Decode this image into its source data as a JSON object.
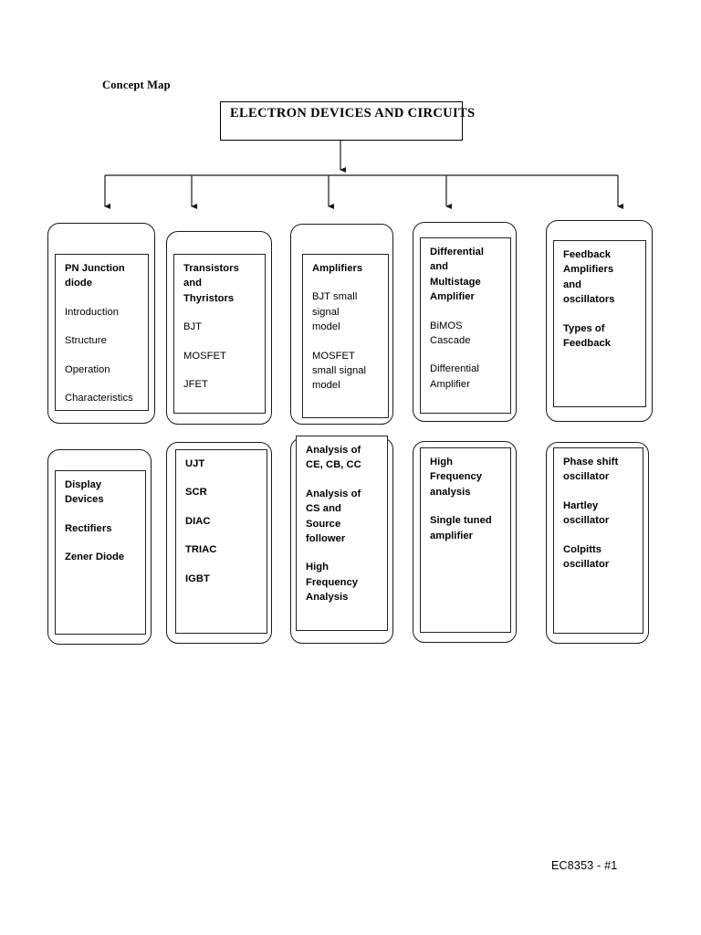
{
  "document": {
    "heading": "Concept Map",
    "root_title": "ELECTRON DEVICES AND CIRCUITS",
    "footer": "EC8353 - #1"
  },
  "diagram": {
    "type": "concept-map",
    "root": "ELECTRON DEVICES AND CIRCUITS",
    "branch_count": 5,
    "rows": 2,
    "nodes": [
      {
        "id": "node-r1c1",
        "row": 1,
        "column": 1,
        "title": "PN Junction diode",
        "lines": [
          {
            "text": "PN Junction",
            "bold": true,
            "gap": false
          },
          {
            "text": "diode",
            "bold": true,
            "gap": false
          },
          {
            "text": "Introduction",
            "bold": false,
            "gap": true
          },
          {
            "text": "Structure",
            "bold": false,
            "gap": true
          },
          {
            "text": "Operation",
            "bold": false,
            "gap": true
          },
          {
            "text": "Characteristics",
            "bold": false,
            "gap": true
          }
        ]
      },
      {
        "id": "node-r1c2",
        "row": 1,
        "column": 2,
        "title": "Transistors and Thyristors",
        "lines": [
          {
            "text": "Transistors",
            "bold": true,
            "gap": false
          },
          {
            "text": "and",
            "bold": true,
            "gap": false
          },
          {
            "text": "Thyristors",
            "bold": true,
            "gap": false
          },
          {
            "text": "BJT",
            "bold": false,
            "gap": true
          },
          {
            "text": "MOSFET",
            "bold": false,
            "gap": true
          },
          {
            "text": "JFET",
            "bold": false,
            "gap": true
          }
        ]
      },
      {
        "id": "node-r1c3",
        "row": 1,
        "column": 3,
        "title": "Amplifiers",
        "lines": [
          {
            "text": "Amplifiers",
            "bold": true,
            "gap": false
          },
          {
            "text": "BJT small",
            "bold": false,
            "gap": true
          },
          {
            "text": "signal",
            "bold": false,
            "gap": false
          },
          {
            "text": "model",
            "bold": false,
            "gap": false
          },
          {
            "text": "MOSFET",
            "bold": false,
            "gap": true
          },
          {
            "text": "small signal",
            "bold": false,
            "gap": false
          },
          {
            "text": "model",
            "bold": false,
            "gap": false
          }
        ]
      },
      {
        "id": "node-r1c4",
        "row": 1,
        "column": 4,
        "title": "Differential and Multistage Amplifier",
        "lines": [
          {
            "text": "Differential",
            "bold": true,
            "gap": false
          },
          {
            "text": "and",
            "bold": true,
            "gap": false
          },
          {
            "text": "Multistage",
            "bold": true,
            "gap": false
          },
          {
            "text": "Amplifier",
            "bold": true,
            "gap": false
          },
          {
            "text": "BiMOS",
            "bold": false,
            "gap": true
          },
          {
            "text": "Cascade",
            "bold": false,
            "gap": false
          },
          {
            "text": "Differential",
            "bold": false,
            "gap": true
          },
          {
            "text": "Amplifier",
            "bold": false,
            "gap": false
          }
        ]
      },
      {
        "id": "node-r1c5",
        "row": 1,
        "column": 5,
        "title": "Feedback Amplifiers and oscillators",
        "lines": [
          {
            "text": "Feedback",
            "bold": true,
            "gap": false
          },
          {
            "text": "Amplifiers",
            "bold": true,
            "gap": false
          },
          {
            "text": "and",
            "bold": true,
            "gap": false
          },
          {
            "text": "oscillators",
            "bold": true,
            "gap": false
          },
          {
            "text": "Types of",
            "bold": true,
            "gap": true
          },
          {
            "text": "Feedback",
            "bold": true,
            "gap": false
          }
        ]
      },
      {
        "id": "node-r2c1",
        "row": 2,
        "column": 1,
        "title": "Display Devices",
        "lines": [
          {
            "text": "Display",
            "bold": true,
            "gap": false
          },
          {
            "text": "Devices",
            "bold": true,
            "gap": false
          },
          {
            "text": "Rectifiers",
            "bold": true,
            "gap": true
          },
          {
            "text": "Zener Diode",
            "bold": true,
            "gap": true
          }
        ]
      },
      {
        "id": "node-r2c2",
        "row": 2,
        "column": 2,
        "title": "Thyristor devices",
        "lines": [
          {
            "text": "UJT",
            "bold": true,
            "gap": false
          },
          {
            "text": "SCR",
            "bold": true,
            "gap": true
          },
          {
            "text": "DIAC",
            "bold": true,
            "gap": true
          },
          {
            "text": "TRIAC",
            "bold": true,
            "gap": true
          },
          {
            "text": "IGBT",
            "bold": true,
            "gap": true
          }
        ]
      },
      {
        "id": "node-r2c3",
        "row": 2,
        "column": 3,
        "title": "Amplifier analysis",
        "lines": [
          {
            "text": "Analysis of",
            "bold": true,
            "gap": false
          },
          {
            "text": "CE, CB, CC",
            "bold": true,
            "gap": false
          },
          {
            "text": "Analysis of",
            "bold": true,
            "gap": true
          },
          {
            "text": "CS and",
            "bold": true,
            "gap": false
          },
          {
            "text": "Source",
            "bold": true,
            "gap": false
          },
          {
            "text": "follower",
            "bold": true,
            "gap": false
          },
          {
            "text": "High",
            "bold": true,
            "gap": true
          },
          {
            "text": "Frequency",
            "bold": true,
            "gap": false
          },
          {
            "text": "Analysis",
            "bold": true,
            "gap": false
          }
        ]
      },
      {
        "id": "node-r2c4",
        "row": 2,
        "column": 4,
        "title": "High Frequency analysis",
        "lines": [
          {
            "text": "High",
            "bold": true,
            "gap": false
          },
          {
            "text": "Frequency",
            "bold": true,
            "gap": false
          },
          {
            "text": "analysis",
            "bold": true,
            "gap": false
          },
          {
            "text": "Single tuned",
            "bold": true,
            "gap": true
          },
          {
            "text": "amplifier",
            "bold": true,
            "gap": false
          }
        ]
      },
      {
        "id": "node-r2c5",
        "row": 2,
        "column": 5,
        "title": "Oscillators",
        "lines": [
          {
            "text": "Phase shift",
            "bold": true,
            "gap": false
          },
          {
            "text": "oscillator",
            "bold": true,
            "gap": false
          },
          {
            "text": "Hartley",
            "bold": true,
            "gap": true
          },
          {
            "text": "oscillator",
            "bold": true,
            "gap": false
          },
          {
            "text": "Colpitts",
            "bold": true,
            "gap": true
          },
          {
            "text": "oscillator",
            "bold": true,
            "gap": false
          }
        ]
      }
    ]
  },
  "colors": {
    "stroke": "#1a1a1a",
    "background": "#ffffff",
    "text": "#000000"
  }
}
